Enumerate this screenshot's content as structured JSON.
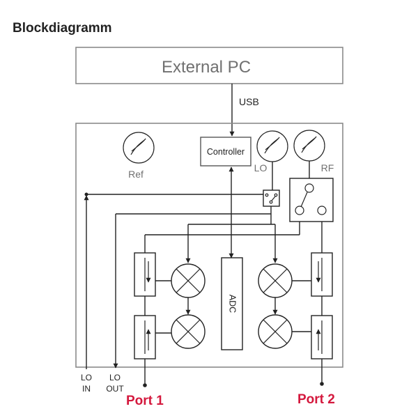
{
  "title": "Blockdiagramm",
  "external_pc": "External PC",
  "usb": "USB",
  "controller": "Controller",
  "ref": "Ref",
  "lo": "LO",
  "rf": "RF",
  "adc": "ADC",
  "lo_in": {
    "line1": "LO",
    "line2": "IN"
  },
  "lo_out": {
    "line1": "LO",
    "line2": "OUT"
  },
  "port1": "Port 1",
  "port2": "Port 2",
  "colors": {
    "port_label": "#d4183d",
    "frame": "#8a8a8a",
    "line": "#222222"
  }
}
